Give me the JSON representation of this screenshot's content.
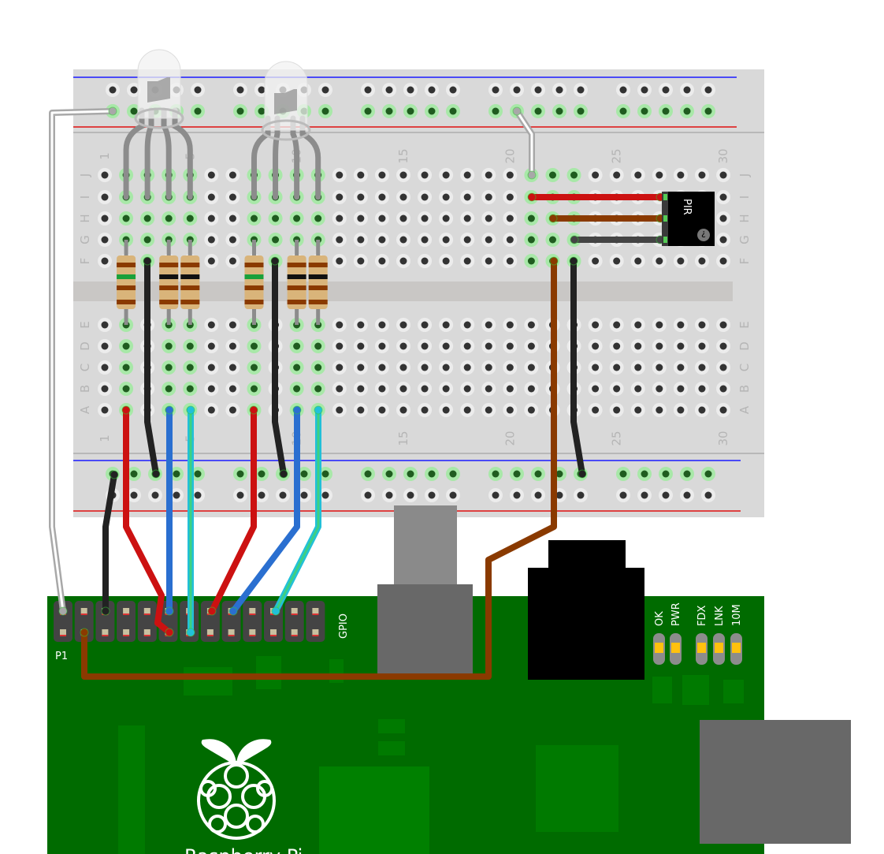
{
  "breadboard": {
    "column_numbers": [
      "1",
      "5",
      "10",
      "15",
      "20",
      "25",
      "30"
    ],
    "row_letters_top": [
      "J",
      "I",
      "H",
      "G",
      "F"
    ],
    "row_letters_bottom": [
      "E",
      "D",
      "C",
      "B",
      "A"
    ]
  },
  "pir_sensor": {
    "label": "PIR",
    "badge": "?"
  },
  "raspberry_pi": {
    "header_label": "P1",
    "gpio_label": "GPIO",
    "status_leds": [
      "OK",
      "PWR",
      "FDX",
      "LNK",
      "10M"
    ],
    "brand": "Raspberry Pi"
  },
  "colors": {
    "board_green": "#006b00",
    "breadboard": "#d9d9d9",
    "wire_red": "#cc1111",
    "wire_blue": "#2a6fd0",
    "wire_cyan": "#22c0d8",
    "wire_brown": "#8a3a00",
    "wire_black": "#222222",
    "led_amber": "#ffc10e"
  }
}
